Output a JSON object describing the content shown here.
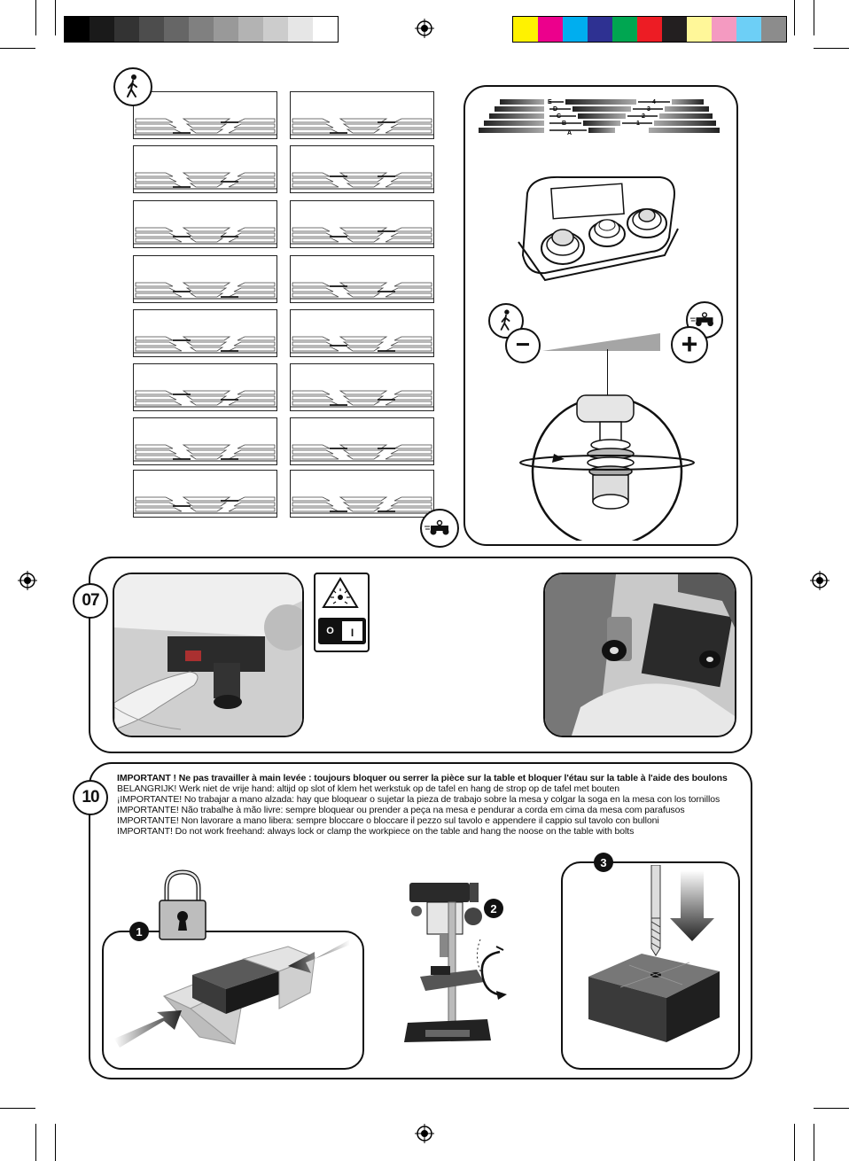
{
  "print_marks": {
    "grayscale_bar": [
      "#000000",
      "#1a1a1a",
      "#333333",
      "#4d4d4d",
      "#666666",
      "#808080",
      "#999999",
      "#b3b3b3",
      "#cccccc",
      "#e6e6e6",
      "#ffffff"
    ],
    "color_bar": [
      "#fff200",
      "#ec008c",
      "#00aeef",
      "#2e3192",
      "#00a651",
      "#ed1c24",
      "#231f20",
      "#fff799",
      "#f49ac1",
      "#6dcff6",
      "#8c8c8c"
    ]
  },
  "speed_icons": {
    "slow": "walking-person-icon",
    "fast": "fast-car-icon"
  },
  "speed_chart": {
    "left_labels": [
      "E",
      "D",
      "C",
      "B",
      "A"
    ],
    "right_labels": [
      "4",
      "3",
      "2",
      "1"
    ],
    "minus_symbol": "−",
    "plus_symbol": "+"
  },
  "section_07": {
    "number": "07",
    "laser_icon": "laser-warning-icon",
    "switch_off": "O",
    "switch_on": "I"
  },
  "section_10": {
    "number": "10",
    "warnings": [
      "IMPORTANT ! Ne pas travailler à main levée : toujours bloquer ou serrer la pièce sur la table et bloquer l'étau sur la table à l'aide des boulons",
      "BELANGRIJK!  Werk niet de vrije hand: altijd op slot of klem het werkstuk op de tafel en hang de strop op de tafel met bouten",
      "¡IMPORTANTE!  No trabajar a mano alzada: hay que bloquear o sujetar la pieza de trabajo sobre la mesa y colgar la soga en la mesa con los tornillos",
      "IMPORTANTE! Não trabalhe à mão livre: sempre bloquear ou prender a peça na mesa e pendurar a corda em cima da mesa com parafusos",
      "IMPORTANTE! Non lavorare a mano libera: sempre bloccare o bloccare il pezzo sul tavolo e appendere il cappio sul tavolo con bulloni",
      "IMPORTANT! Do not work freehand: always lock or clamp the workpiece on the table and hang the noose on the table with bolts"
    ],
    "steps": [
      "1",
      "2",
      "3"
    ],
    "padlock_icon": "padlock-icon"
  }
}
